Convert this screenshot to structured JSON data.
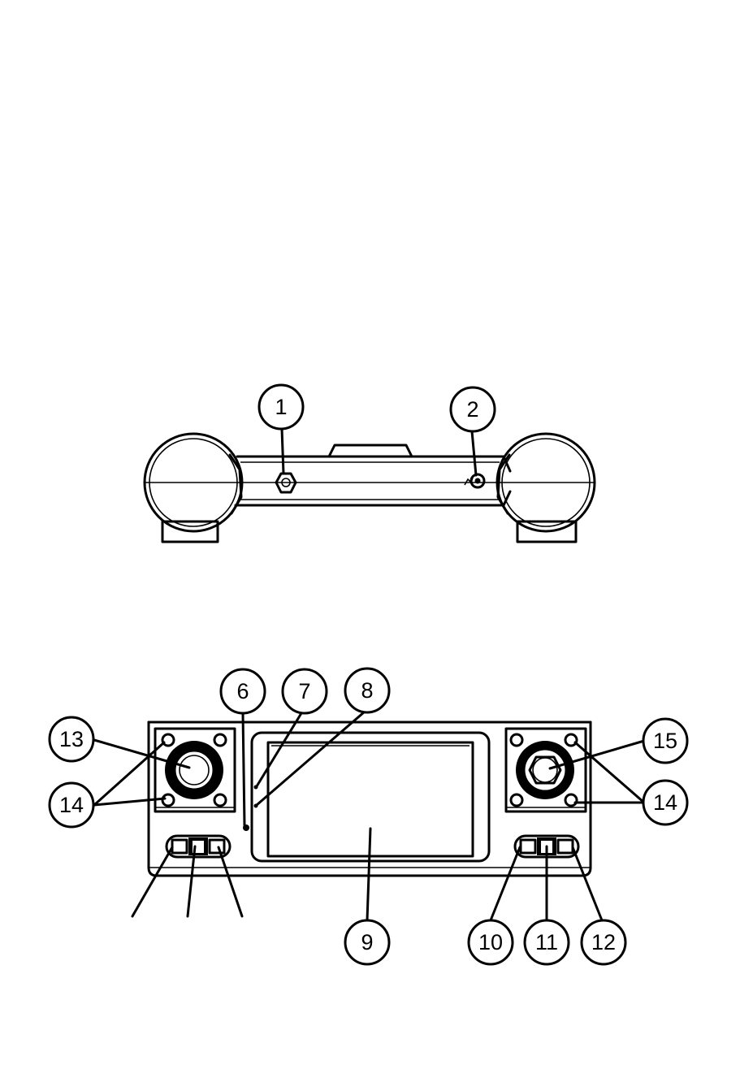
{
  "callouts": {
    "c1": "1",
    "c2": "2",
    "c6": "6",
    "c7": "7",
    "c8": "8",
    "c9": "9",
    "c10": "10",
    "c11": "11",
    "c12": "12",
    "c13": "13",
    "c14a": "14",
    "c14b": "14",
    "c15": "15"
  },
  "colors": {
    "line": "#000000",
    "background": "#ffffff"
  }
}
